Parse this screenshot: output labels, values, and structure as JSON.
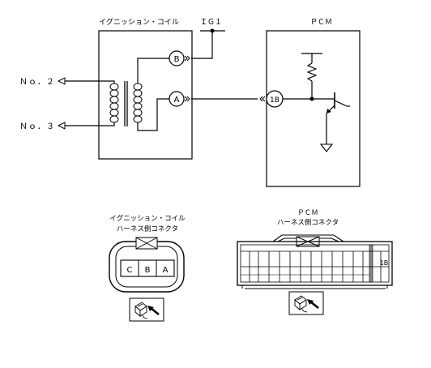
{
  "labels": {
    "ign_coil": "イグニッション・コイル",
    "ig1": "ＩＧ１",
    "pcm": "ＰＣＭ",
    "no2": "Ｎｏ．２",
    "no3": "Ｎｏ．３",
    "term_b": "B",
    "term_a": "A",
    "term_1b": "1B",
    "coil_conn_title": "イグニッション・コイル",
    "coil_conn_sub": "ハーネス側コネクタ",
    "pcm_conn_title": "ＰＣＭ",
    "pcm_conn_sub": "ハーネス側コネクタ",
    "pin_c": "C",
    "pin_b": "B",
    "pin_a": "A",
    "pcm_pin_1b": "1B"
  }
}
